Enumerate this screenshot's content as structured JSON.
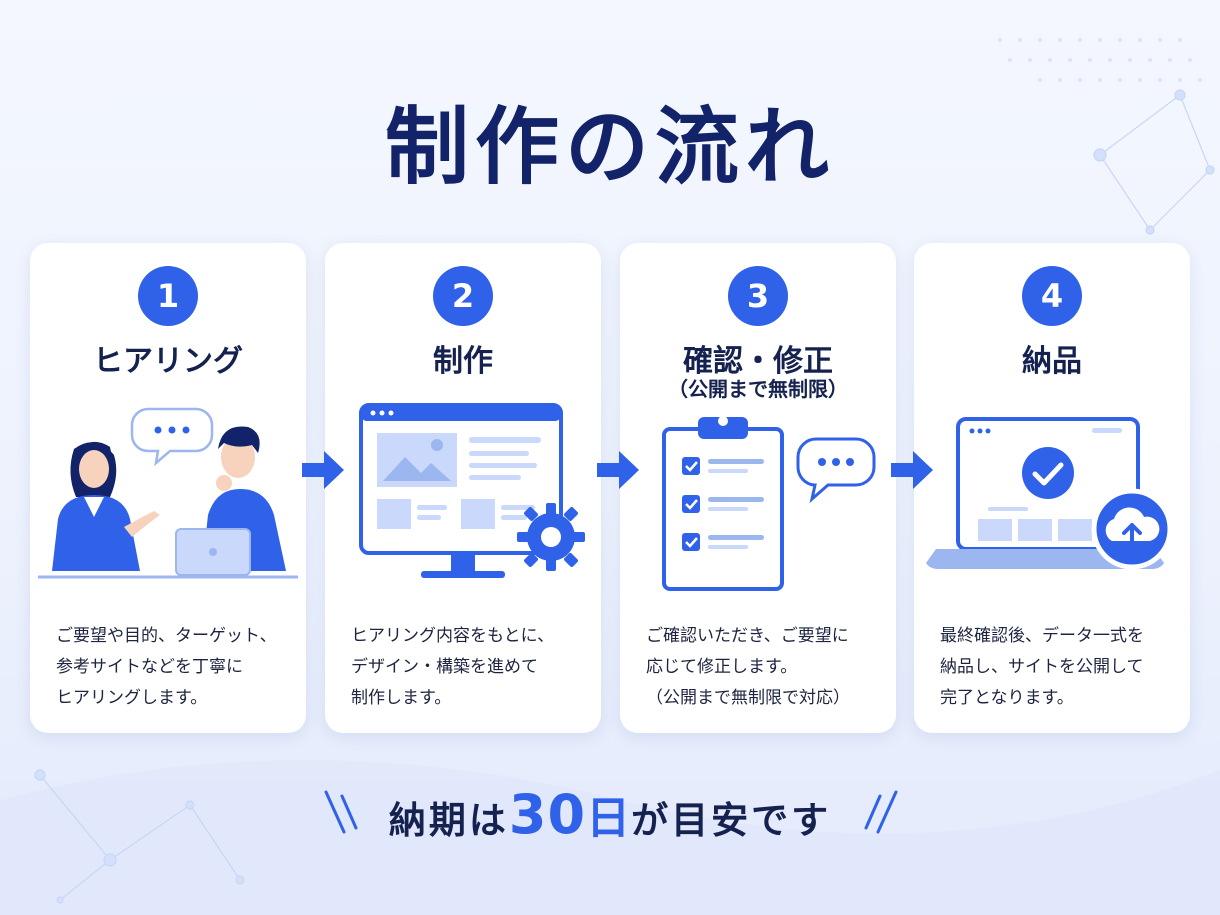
{
  "title": "制作の流れ",
  "steps": [
    {
      "number": "1",
      "title": "ヒアリング",
      "subtitle": "",
      "description": "ご要望や目的、ターゲット、\n参考サイトなどを丁寧に\nヒアリングします。"
    },
    {
      "number": "2",
      "title": "制作",
      "subtitle": "",
      "description": "ヒアリング内容をもとに、\nデザイン・構築を進めて\n制作します。"
    },
    {
      "number": "3",
      "title": "確認・修正",
      "subtitle": "（公開まで無制限）",
      "description": "ご確認いただき、ご要望に\n応じて修正します。\n（公開まで無制限で対応）"
    },
    {
      "number": "4",
      "title": "納品",
      "subtitle": "",
      "description": "最終確認後、データ一式を\n納品し、サイトを公開して\n完了となります。"
    }
  ],
  "footer": {
    "prefix": "納期は",
    "highlight_num": "30",
    "highlight_unit": "日",
    "suffix": "が目安です"
  },
  "colors": {
    "accent": "#2f62e8",
    "navy": "#13236a",
    "light_blue": "#c9d8fb"
  },
  "icons": [
    "meeting-people-icon",
    "monitor-gear-icon",
    "clipboard-checklist-icon",
    "laptop-cloud-upload-icon",
    "arrow-right-icon"
  ]
}
